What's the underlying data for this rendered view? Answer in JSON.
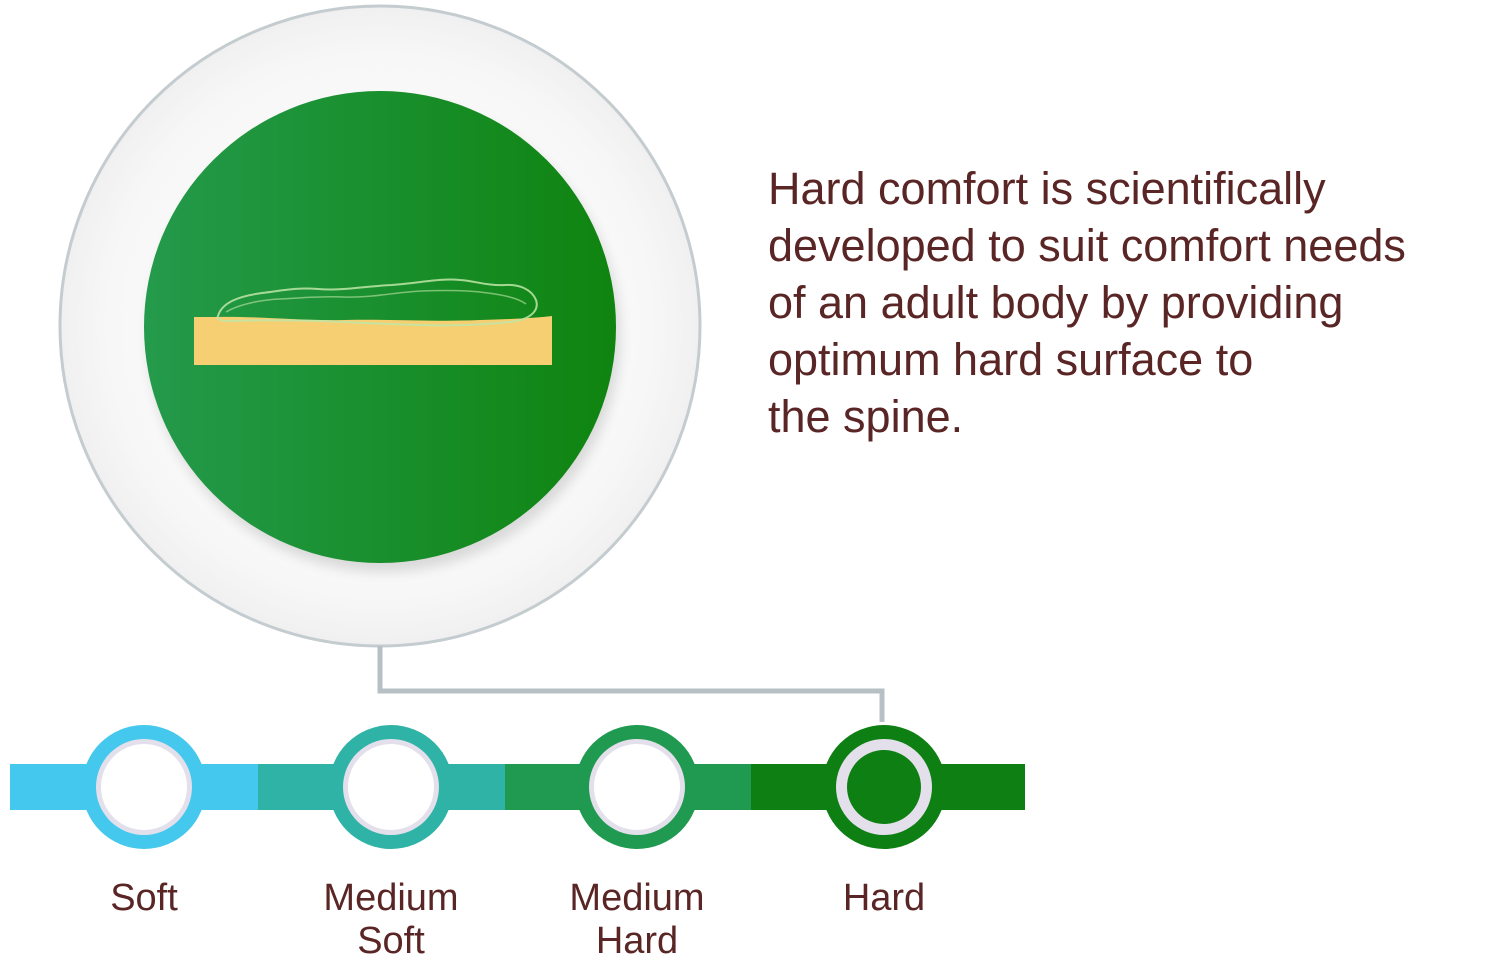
{
  "description": {
    "lines": [
      "Hard comfort is scientifically",
      "developed to suit comfort needs",
      "of an adult body by providing",
      "optimum hard surface to",
      "the spine."
    ]
  },
  "scale": {
    "levels": [
      {
        "lines": [
          "Soft"
        ],
        "color": "#45c8ee"
      },
      {
        "lines": [
          "Medium",
          "Soft"
        ],
        "color": "#2fb3a6"
      },
      {
        "lines": [
          "Medium",
          "Hard"
        ],
        "color": "#1f9a50"
      },
      {
        "lines": [
          "Hard"
        ],
        "color": "#0e7f12"
      }
    ],
    "selected_index": 3
  },
  "illustration": {
    "icon": "mattress-body-icon",
    "badge_color": "#17891f",
    "mattress_color": "#f6cf72"
  }
}
